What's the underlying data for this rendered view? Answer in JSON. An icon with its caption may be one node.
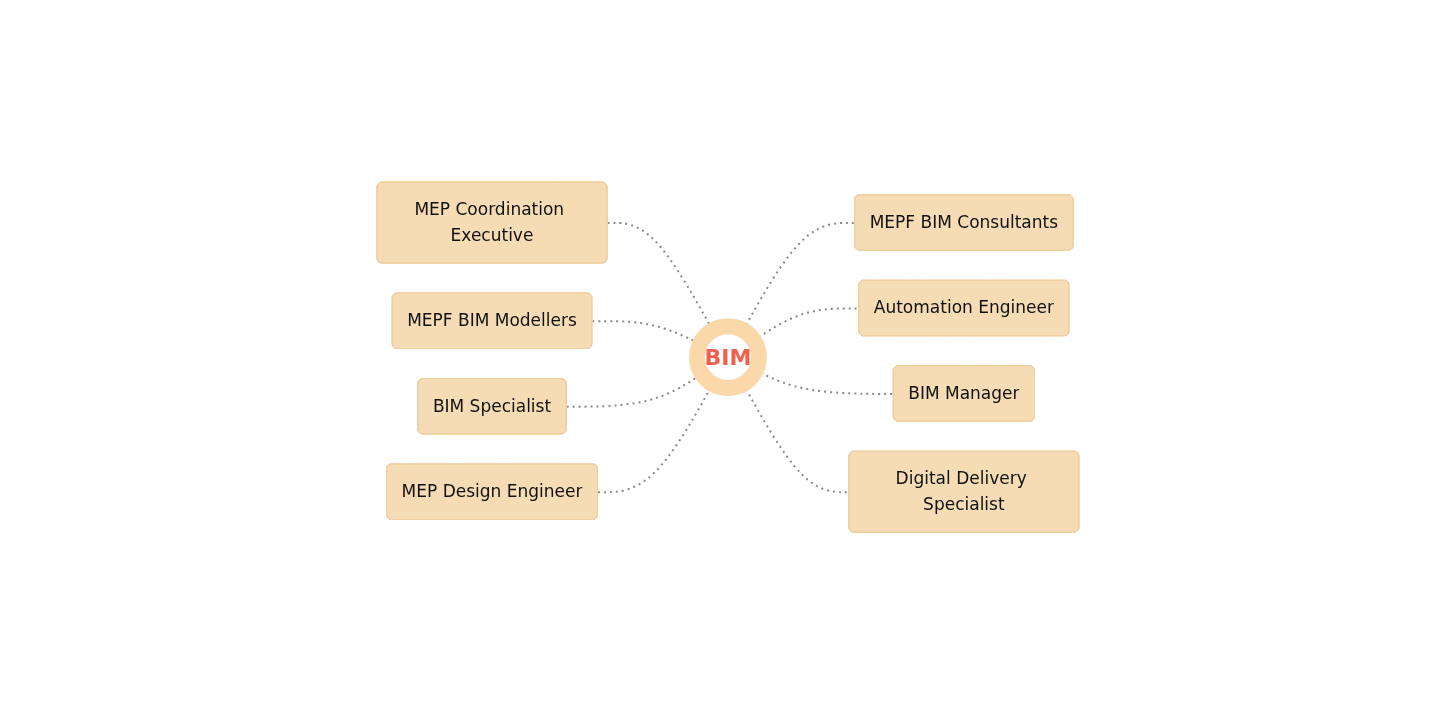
{
  "diagram": {
    "nodes": [
      {
        "text": [
          "MEP Coordination Executive"
        ]
      },
      {
        "text": [
          "MEPF BIM Modellers"
        ]
      },
      {
        "text": [
          "BIM Specialist"
        ]
      },
      {
        "text": [
          "MEP Design Engineer"
        ]
      },
      {
        "text": [
          "BIM"
        ]
      },
      {
        "text": [
          "MEPF BIM Consultants"
        ]
      },
      {
        "text": [
          "Automation Engineer"
        ]
      },
      {
        "text": [
          "BIM Manager"
        ]
      },
      {
        "text": [
          "Digital Delivery Specialist"
        ]
      }
    ],
    "edges": [
      {
        "from": 0,
        "to": 4,
        "arrow": "none",
        "style": "dashed"
      },
      {
        "from": 1,
        "to": 4,
        "arrow": "none",
        "style": "dashed"
      },
      {
        "from": 2,
        "to": 4,
        "arrow": "none",
        "style": "dashed"
      },
      {
        "from": 3,
        "to": 4,
        "arrow": "none",
        "style": "dashed"
      },
      {
        "from": 4,
        "to": 5,
        "arrow": "none",
        "style": "dashed"
      },
      {
        "from": 4,
        "to": 6,
        "arrow": "none",
        "style": "dashed"
      },
      {
        "from": 4,
        "to": 7,
        "arrow": "none",
        "style": "dashed"
      },
      {
        "from": 4,
        "to": 8,
        "arrow": "none",
        "style": "dashed"
      }
    ]
  }
}
